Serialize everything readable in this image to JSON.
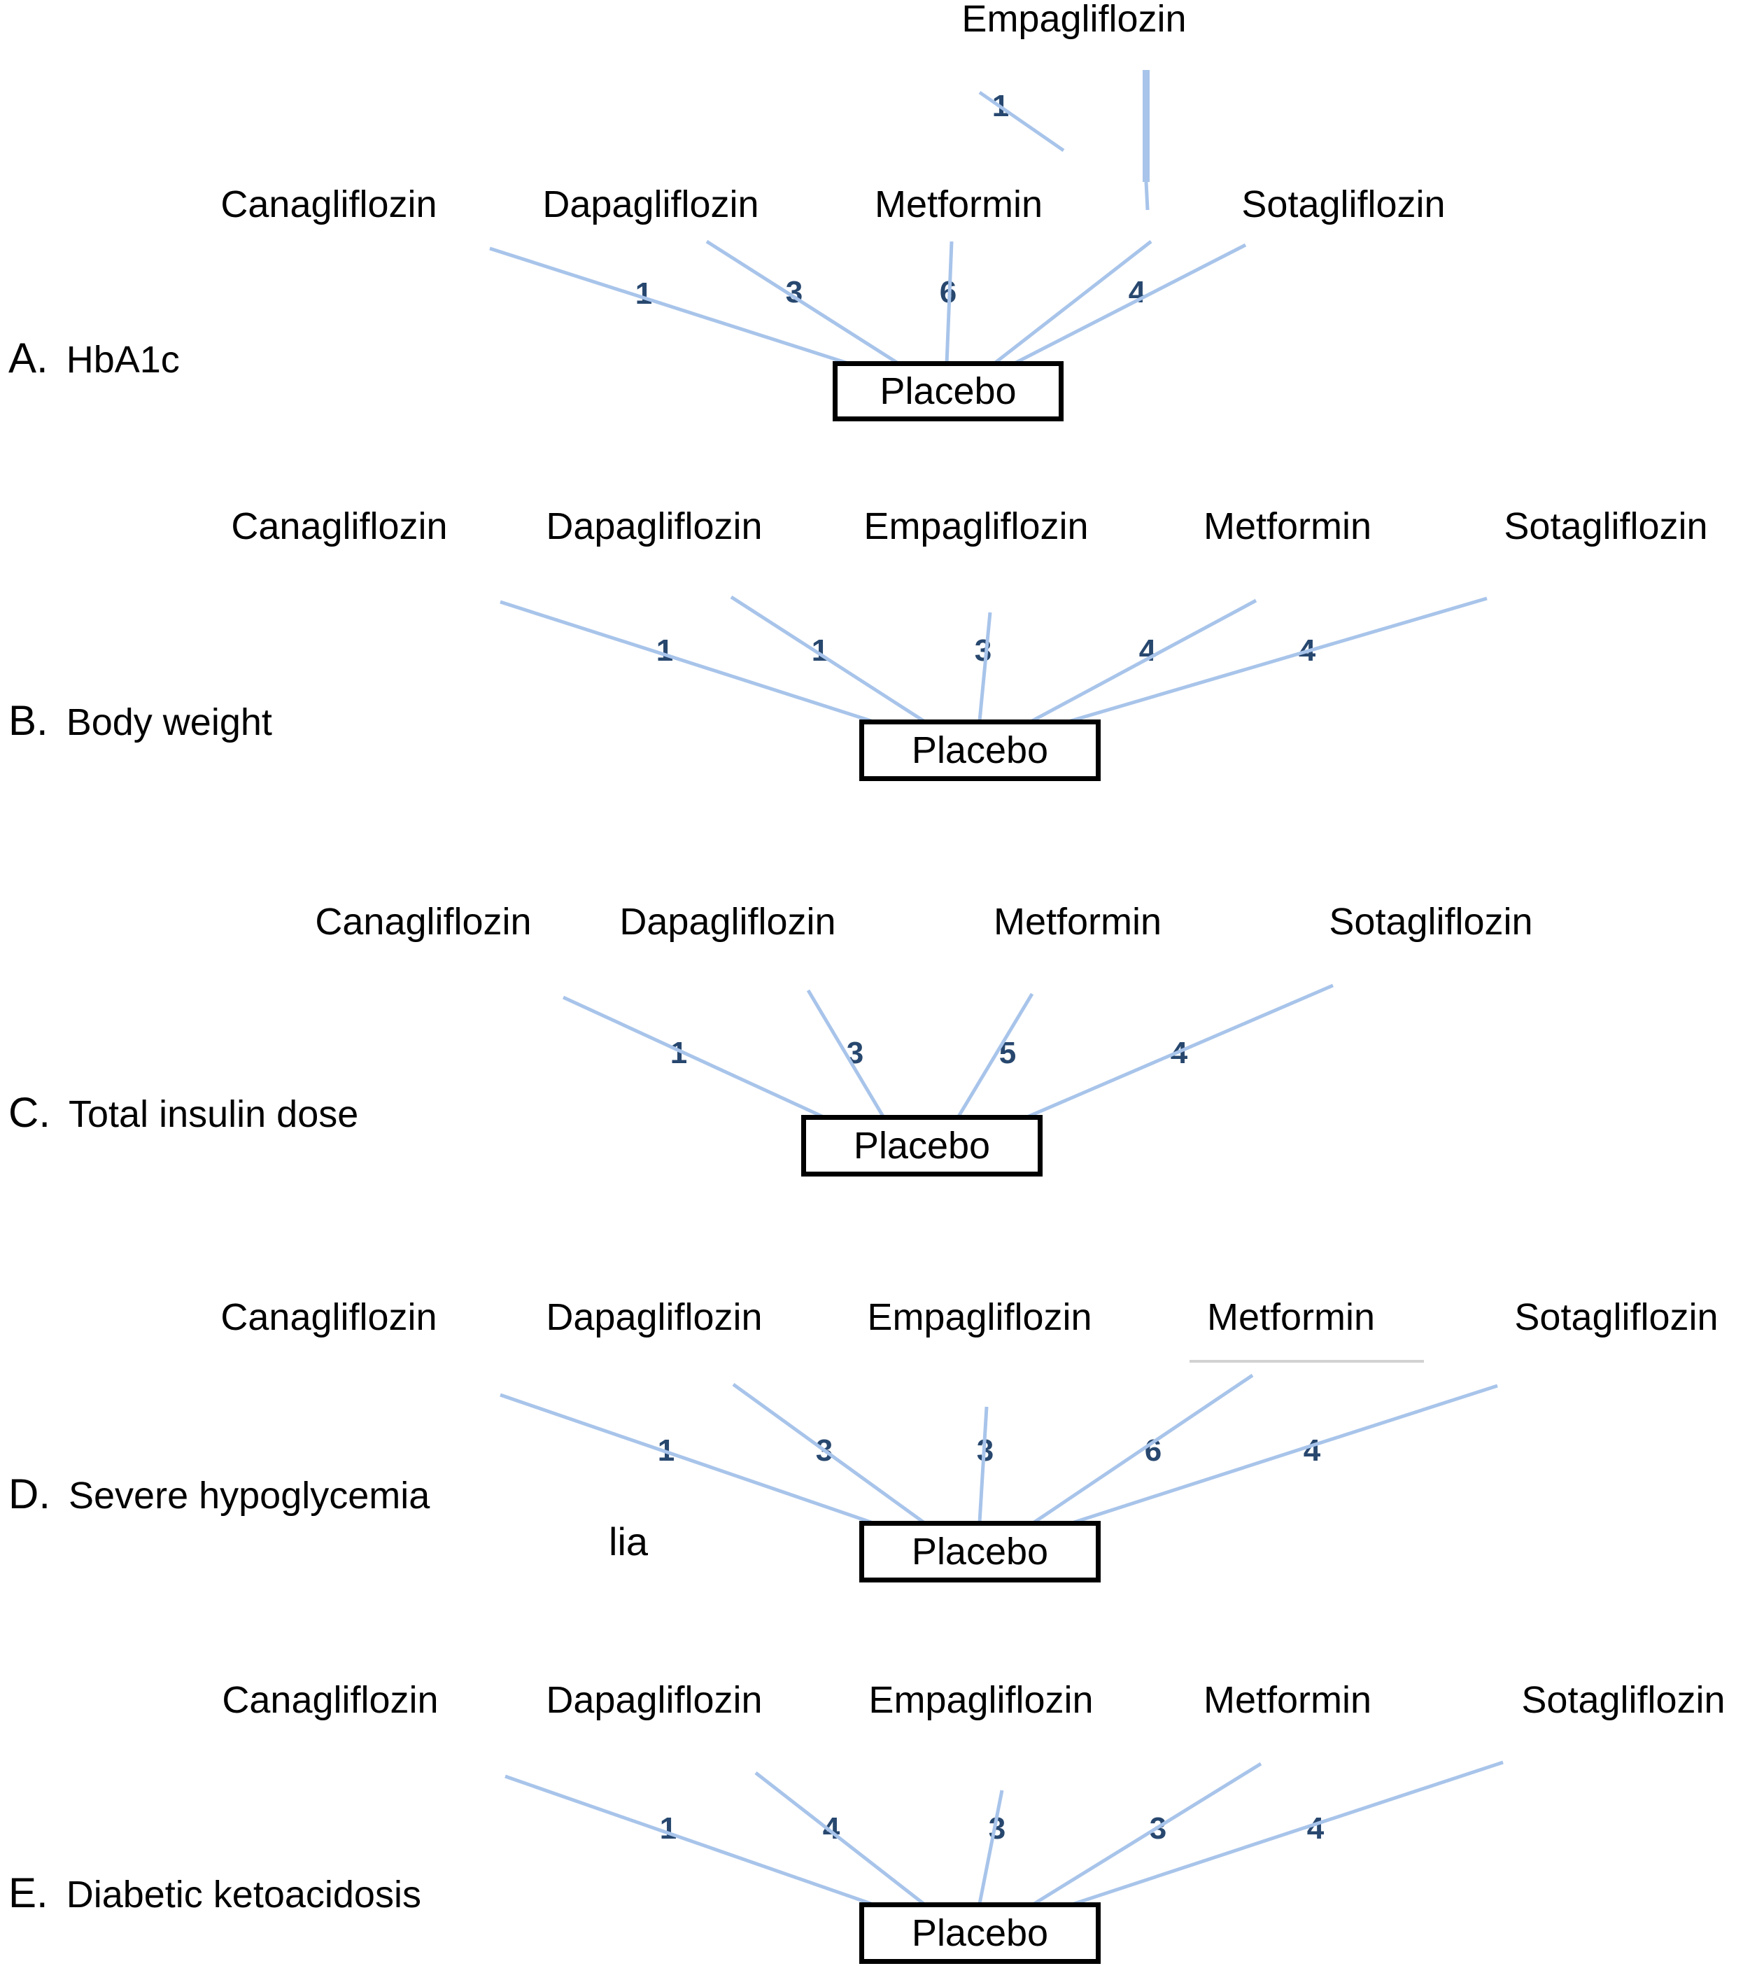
{
  "figure": {
    "type": "network-meta-analysis-diagram",
    "hub_label": "Placebo",
    "edge_color": "#a8c4ea",
    "weight_color": "#27476e",
    "node_border_color": "#000000",
    "background": "#ffffff"
  },
  "panels": [
    {
      "letter": "A.",
      "title": "HbA1c",
      "top_node": {
        "label": "Empagliflozin",
        "weight": "1"
      },
      "nodes": [
        {
          "label": "Canagliflozin",
          "weight": "1"
        },
        {
          "label": "Dapagliflozin",
          "weight": "3"
        },
        {
          "label": "Metformin",
          "weight": "6"
        },
        {
          "label": "Sotagliflozin",
          "weight": "4"
        }
      ]
    },
    {
      "letter": "B.",
      "title": "Body weight",
      "top_node": null,
      "nodes": [
        {
          "label": "Canagliflozin",
          "weight": "1"
        },
        {
          "label": "Dapagliflozin",
          "weight": "1"
        },
        {
          "label": "Empagliflozin",
          "weight": "3"
        },
        {
          "label": "Metformin",
          "weight": "4"
        },
        {
          "label": "Sotagliflozin",
          "weight": "4"
        }
      ]
    },
    {
      "letter": "C.",
      "title": "Total insulin dose",
      "top_node": null,
      "nodes": [
        {
          "label": "Canagliflozin",
          "weight": "1"
        },
        {
          "label": "Dapagliflozin",
          "weight": "3"
        },
        {
          "label": "Metformin",
          "weight": "5"
        },
        {
          "label": "Sotagliflozin",
          "weight": "4"
        }
      ]
    },
    {
      "letter": "D.",
      "title": "Severe hypoglycemia",
      "top_node": null,
      "artifact_text": "lia",
      "nodes": [
        {
          "label": "Canagliflozin",
          "weight": "1"
        },
        {
          "label": "Dapagliflozin",
          "weight": "3"
        },
        {
          "label": "Empagliflozin",
          "weight": "3"
        },
        {
          "label": "Metformin",
          "weight": "6"
        },
        {
          "label": "Sotagliflozin",
          "weight": "4"
        }
      ]
    },
    {
      "letter": "E.",
      "title": "Diabetic ketoacidosis",
      "top_node": null,
      "nodes": [
        {
          "label": "Canagliflozin",
          "weight": "1"
        },
        {
          "label": "Dapagliflozin",
          "weight": "4"
        },
        {
          "label": "Empagliflozin",
          "weight": "3"
        },
        {
          "label": "Metformin",
          "weight": "3"
        },
        {
          "label": "Sotagliflozin",
          "weight": "4"
        }
      ]
    }
  ],
  "chart_data": {
    "type": "network",
    "title": "Network plots of eligible comparisons for each outcome",
    "hub": "Placebo",
    "edge_label_meaning": "number of studies",
    "networks": [
      {
        "panel": "A",
        "outcome": "HbA1c",
        "nodes": [
          "Placebo",
          "Canagliflozin",
          "Dapagliflozin",
          "Metformin",
          "Empagliflozin",
          "Sotagliflozin"
        ],
        "edges": [
          {
            "source": "Placebo",
            "target": "Canagliflozin",
            "studies": 1
          },
          {
            "source": "Placebo",
            "target": "Dapagliflozin",
            "studies": 3
          },
          {
            "source": "Placebo",
            "target": "Metformin",
            "studies": 6
          },
          {
            "source": "Placebo",
            "target": "Empagliflozin",
            "studies": 1
          },
          {
            "source": "Placebo",
            "target": "Sotagliflozin",
            "studies": 4
          }
        ]
      },
      {
        "panel": "B",
        "outcome": "Body weight",
        "nodes": [
          "Placebo",
          "Canagliflozin",
          "Dapagliflozin",
          "Empagliflozin",
          "Metformin",
          "Sotagliflozin"
        ],
        "edges": [
          {
            "source": "Placebo",
            "target": "Canagliflozin",
            "studies": 1
          },
          {
            "source": "Placebo",
            "target": "Dapagliflozin",
            "studies": 1
          },
          {
            "source": "Placebo",
            "target": "Empagliflozin",
            "studies": 3
          },
          {
            "source": "Placebo",
            "target": "Metformin",
            "studies": 4
          },
          {
            "source": "Placebo",
            "target": "Sotagliflozin",
            "studies": 4
          }
        ]
      },
      {
        "panel": "C",
        "outcome": "Total insulin dose",
        "nodes": [
          "Placebo",
          "Canagliflozin",
          "Dapagliflozin",
          "Metformin",
          "Sotagliflozin"
        ],
        "edges": [
          {
            "source": "Placebo",
            "target": "Canagliflozin",
            "studies": 1
          },
          {
            "source": "Placebo",
            "target": "Dapagliflozin",
            "studies": 3
          },
          {
            "source": "Placebo",
            "target": "Metformin",
            "studies": 5
          },
          {
            "source": "Placebo",
            "target": "Sotagliflozin",
            "studies": 4
          }
        ]
      },
      {
        "panel": "D",
        "outcome": "Severe hypoglycemia",
        "nodes": [
          "Placebo",
          "Canagliflozin",
          "Dapagliflozin",
          "Empagliflozin",
          "Metformin",
          "Sotagliflozin"
        ],
        "edges": [
          {
            "source": "Placebo",
            "target": "Canagliflozin",
            "studies": 1
          },
          {
            "source": "Placebo",
            "target": "Dapagliflozin",
            "studies": 3
          },
          {
            "source": "Placebo",
            "target": "Empagliflozin",
            "studies": 3
          },
          {
            "source": "Placebo",
            "target": "Metformin",
            "studies": 6
          },
          {
            "source": "Placebo",
            "target": "Sotagliflozin",
            "studies": 4
          }
        ]
      },
      {
        "panel": "E",
        "outcome": "Diabetic ketoacidosis",
        "nodes": [
          "Placebo",
          "Canagliflozin",
          "Dapagliflozin",
          "Empagliflozin",
          "Metformin",
          "Sotagliflozin"
        ],
        "edges": [
          {
            "source": "Placebo",
            "target": "Canagliflozin",
            "studies": 1
          },
          {
            "source": "Placebo",
            "target": "Dapagliflozin",
            "studies": 4
          },
          {
            "source": "Placebo",
            "target": "Empagliflozin",
            "studies": 3
          },
          {
            "source": "Placebo",
            "target": "Metformin",
            "studies": 3
          },
          {
            "source": "Placebo",
            "target": "Sotagliflozin",
            "studies": 4
          }
        ]
      }
    ]
  }
}
